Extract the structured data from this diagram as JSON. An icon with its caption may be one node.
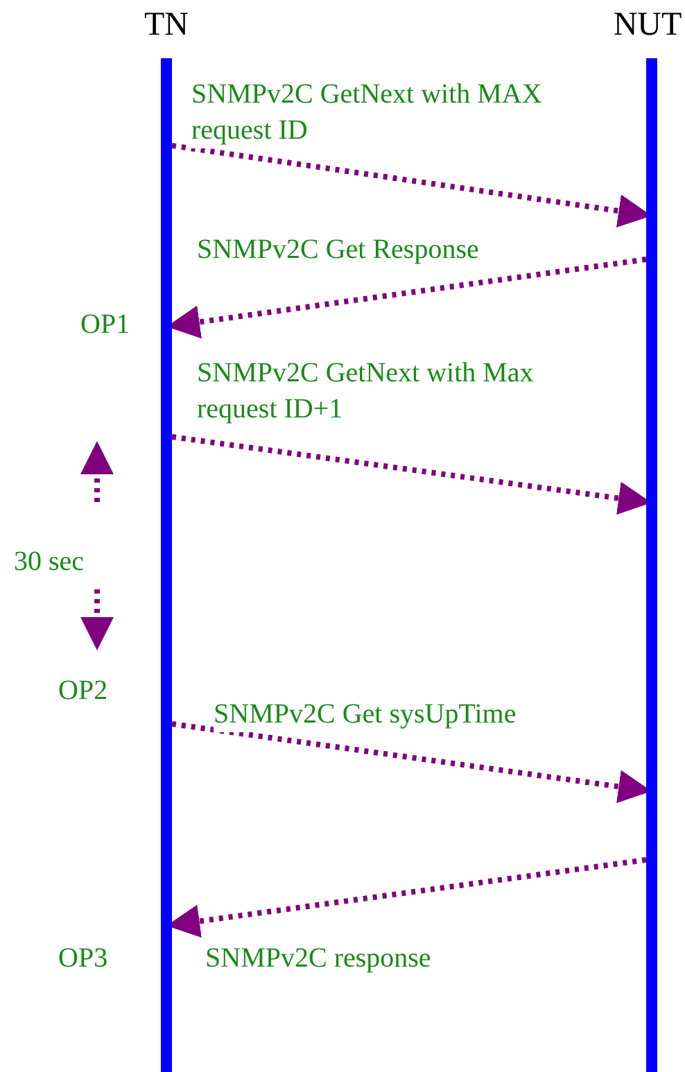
{
  "diagram": {
    "nodes": [
      {
        "text": [
          "TN"
        ]
      },
      {
        "text": [
          "NUT"
        ]
      }
    ],
    "edges": [
      {
        "from": 0,
        "to": 1,
        "arrow": "to",
        "style": "dashed",
        "label": "SNMPv2C GetNext with MAX request ID"
      },
      {
        "from": 1,
        "to": 0,
        "arrow": "to",
        "style": "dashed",
        "label": "SNMPv2C Get Response"
      },
      {
        "from": 0,
        "to": 1,
        "arrow": "to",
        "style": "dashed",
        "label": "SNMPv2C GetNext with Max request ID+1"
      },
      {
        "from": 0,
        "to": 1,
        "arrow": "to",
        "style": "dashed",
        "label": "SNMPv2C Get sysUpTime"
      },
      {
        "from": 1,
        "to": 0,
        "arrow": "to",
        "style": "dashed",
        "label": "SNMPv2C response"
      }
    ],
    "labels": [
      "OP1",
      "30 sec",
      "OP2",
      "OP3"
    ]
  }
}
